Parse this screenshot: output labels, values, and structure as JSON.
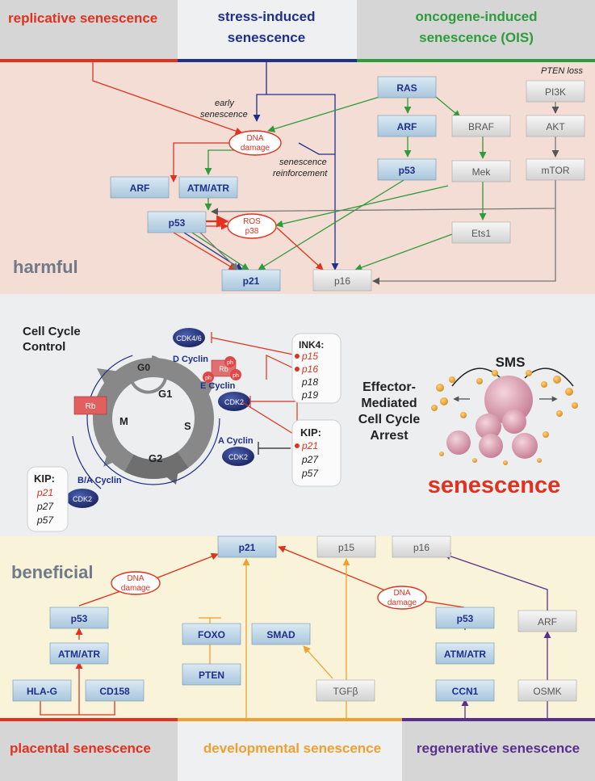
{
  "colors": {
    "red": "#e0321e",
    "navy": "#1e2f8c",
    "green": "#2f9b3c",
    "orange": "#f0a030",
    "purple": "#5a2f8c",
    "gray_arrow": "#777777",
    "harmful_bg": "#f3ddd4",
    "middle_bg": "#eceef0",
    "beneficial_bg": "#f8f3d9",
    "header_gray": "#d9d9d9",
    "header_light": "#f1f1f3",
    "node_blue": "#c8dcea",
    "node_gray": "#eeeeee"
  },
  "header": {
    "replicative": "replicative senescence",
    "stress_line1": "stress-induced",
    "stress_line2": "senescence",
    "oncogene_line1": "oncogene-induced",
    "oncogene_line2": "senescence (OIS)"
  },
  "harmful": {
    "label": "harmful",
    "pten_loss": "PTEN loss",
    "early_senescence_1": "early",
    "early_senescence_2": "senescence",
    "reinforcement_1": "senescence",
    "reinforcement_2": "reinforcement",
    "dna_damage_1": "DNA",
    "dna_damage_2": "damage",
    "ros_1": "ROS",
    "ros_2": "p38",
    "nodes": {
      "ras": "RAS",
      "arf_onc": "ARF",
      "p53_onc": "p53",
      "braf": "BRAF",
      "mek": "Mek",
      "ets1": "Ets1",
      "pi3k": "PI3K",
      "akt": "AKT",
      "mtor": "mTOR",
      "arf": "ARF",
      "atm_atr": "ATM/ATR",
      "p53": "p53",
      "p21": "p21",
      "p16": "p16"
    }
  },
  "middle": {
    "cell_cycle_1": "Cell Cycle",
    "cell_cycle_2": "Control",
    "g0": "G0",
    "g1": "G1",
    "s": "S",
    "g2": "G2",
    "m": "M",
    "rb": "Rb",
    "rb_small": "Rb",
    "ph": "ph",
    "cdk46": "CDK4/6",
    "cdk2": "CDK2",
    "d_cyclin": "D Cyclin",
    "e_cyclin": "E Cyclin",
    "a_cyclin": "A Cyclin",
    "ba_cyclin": "B/A Cyclin",
    "ink4_title": "INK4:",
    "ink4_items": [
      "p15",
      "p16",
      "p18",
      "p19"
    ],
    "kip_title": "KIP:",
    "kip_items": [
      "p21",
      "p27",
      "p57"
    ],
    "effector_1": "Effector-",
    "effector_2": "Mediated",
    "effector_3": "Cell Cycle",
    "effector_4": "Arrest",
    "sms": "SMS",
    "senescence": "senescence"
  },
  "beneficial": {
    "label": "beneficial",
    "dna_damage_1": "DNA",
    "dna_damage_2": "damage",
    "nodes": {
      "p21": "p21",
      "p15": "p15",
      "p16": "p16",
      "p53_left": "p53",
      "atm_left": "ATM/ATR",
      "hla_g": "HLA-G",
      "cd158": "CD158",
      "foxo": "FOXO",
      "smad": "SMAD",
      "pten": "PTEN",
      "tgfb": "TGFβ",
      "p53_right": "p53",
      "atm_right": "ATM/ATR",
      "ccn1": "CCN1",
      "arf": "ARF",
      "osmk": "OSMK"
    }
  },
  "footer": {
    "placental": "placental senescence",
    "developmental": "developmental senescence",
    "regenerative": "regenerative senescence"
  }
}
